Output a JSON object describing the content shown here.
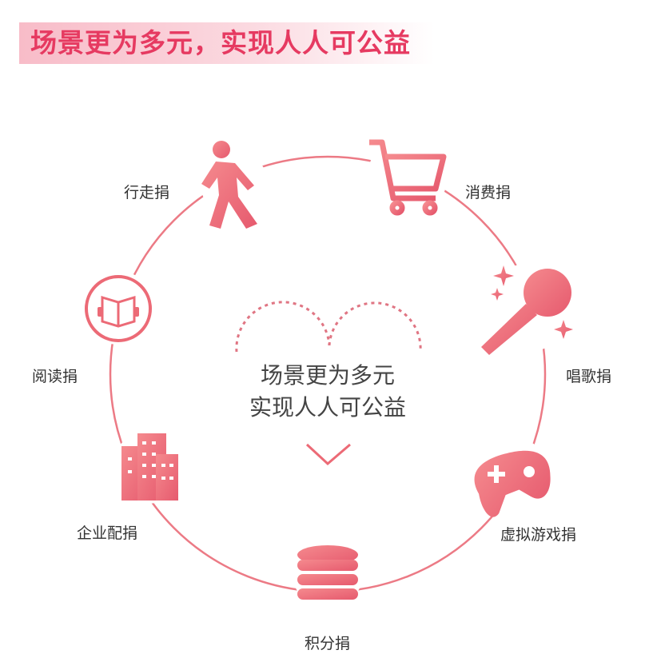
{
  "header": {
    "title": "场景更为多元，实现人人可公益"
  },
  "center": {
    "line1": "场景更为多元",
    "line2": "实现人人可公益"
  },
  "scenes": [
    {
      "label": "行走捐",
      "icon": "walking-person-icon"
    },
    {
      "label": "消费捐",
      "icon": "shopping-cart-icon"
    },
    {
      "label": "唱歌捐",
      "icon": "microphone-icon"
    },
    {
      "label": "虚拟游戏捐",
      "icon": "gamepad-icon"
    },
    {
      "label": "积分捐",
      "icon": "coin-stack-icon"
    },
    {
      "label": "企业配捐",
      "icon": "building-icon"
    },
    {
      "label": "阅读捐",
      "icon": "book-icon"
    }
  ],
  "colors": {
    "accent": "#ec6a76",
    "title": "#e63a61"
  }
}
